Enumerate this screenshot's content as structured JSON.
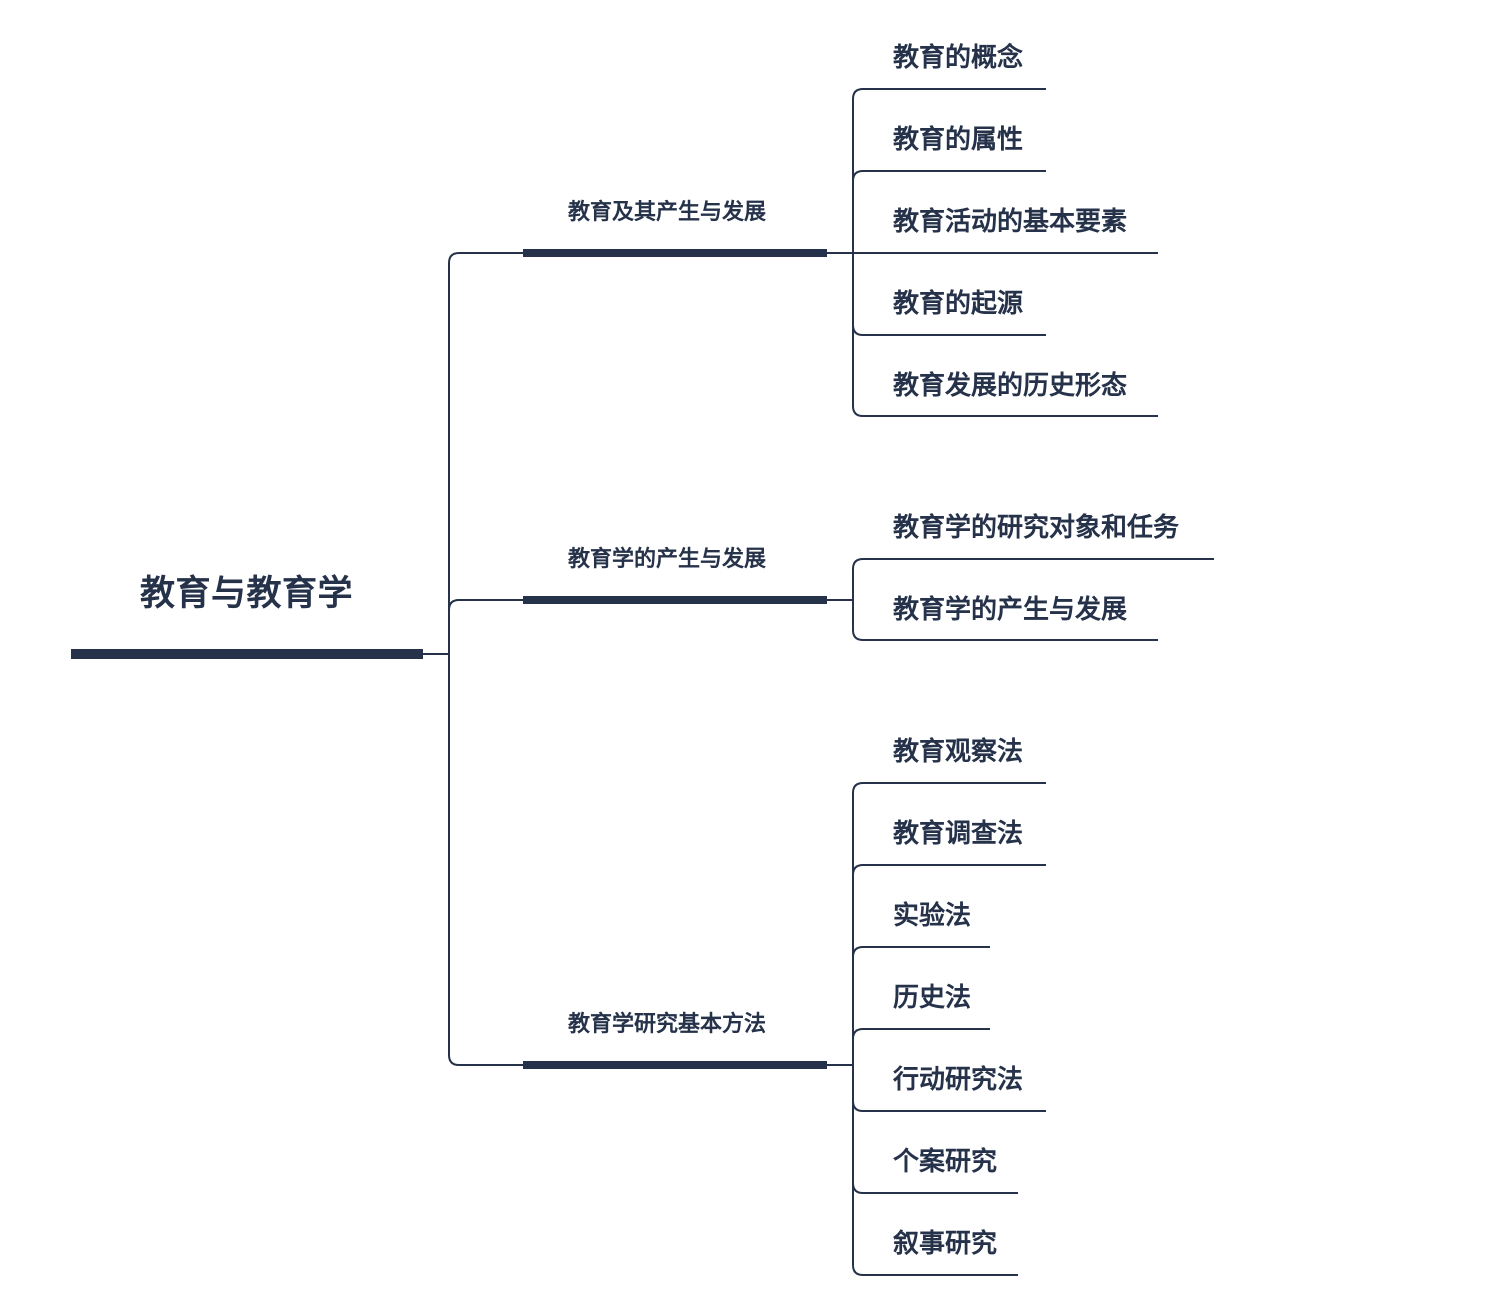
{
  "colors": {
    "line": "#25324a",
    "text": "#25324a",
    "background": "#ffffff"
  },
  "mindmap": {
    "root": {
      "label": "教育与教育学"
    },
    "branches": [
      {
        "label": "教育及其产生与发展",
        "children": [
          "教育的概念",
          "教育的属性",
          "教育活动的基本要素",
          "教育的起源",
          "教育发展的历史形态"
        ]
      },
      {
        "label": "教育学的产生与发展",
        "children": [
          "教育学的研究对象和任务",
          "教育学的产生与发展"
        ]
      },
      {
        "label": "教育学研究基本方法",
        "children": [
          "教育观察法",
          "教育调查法",
          "实验法",
          "历史法",
          "行动研究法",
          "个案研究",
          "叙事研究"
        ]
      }
    ]
  }
}
